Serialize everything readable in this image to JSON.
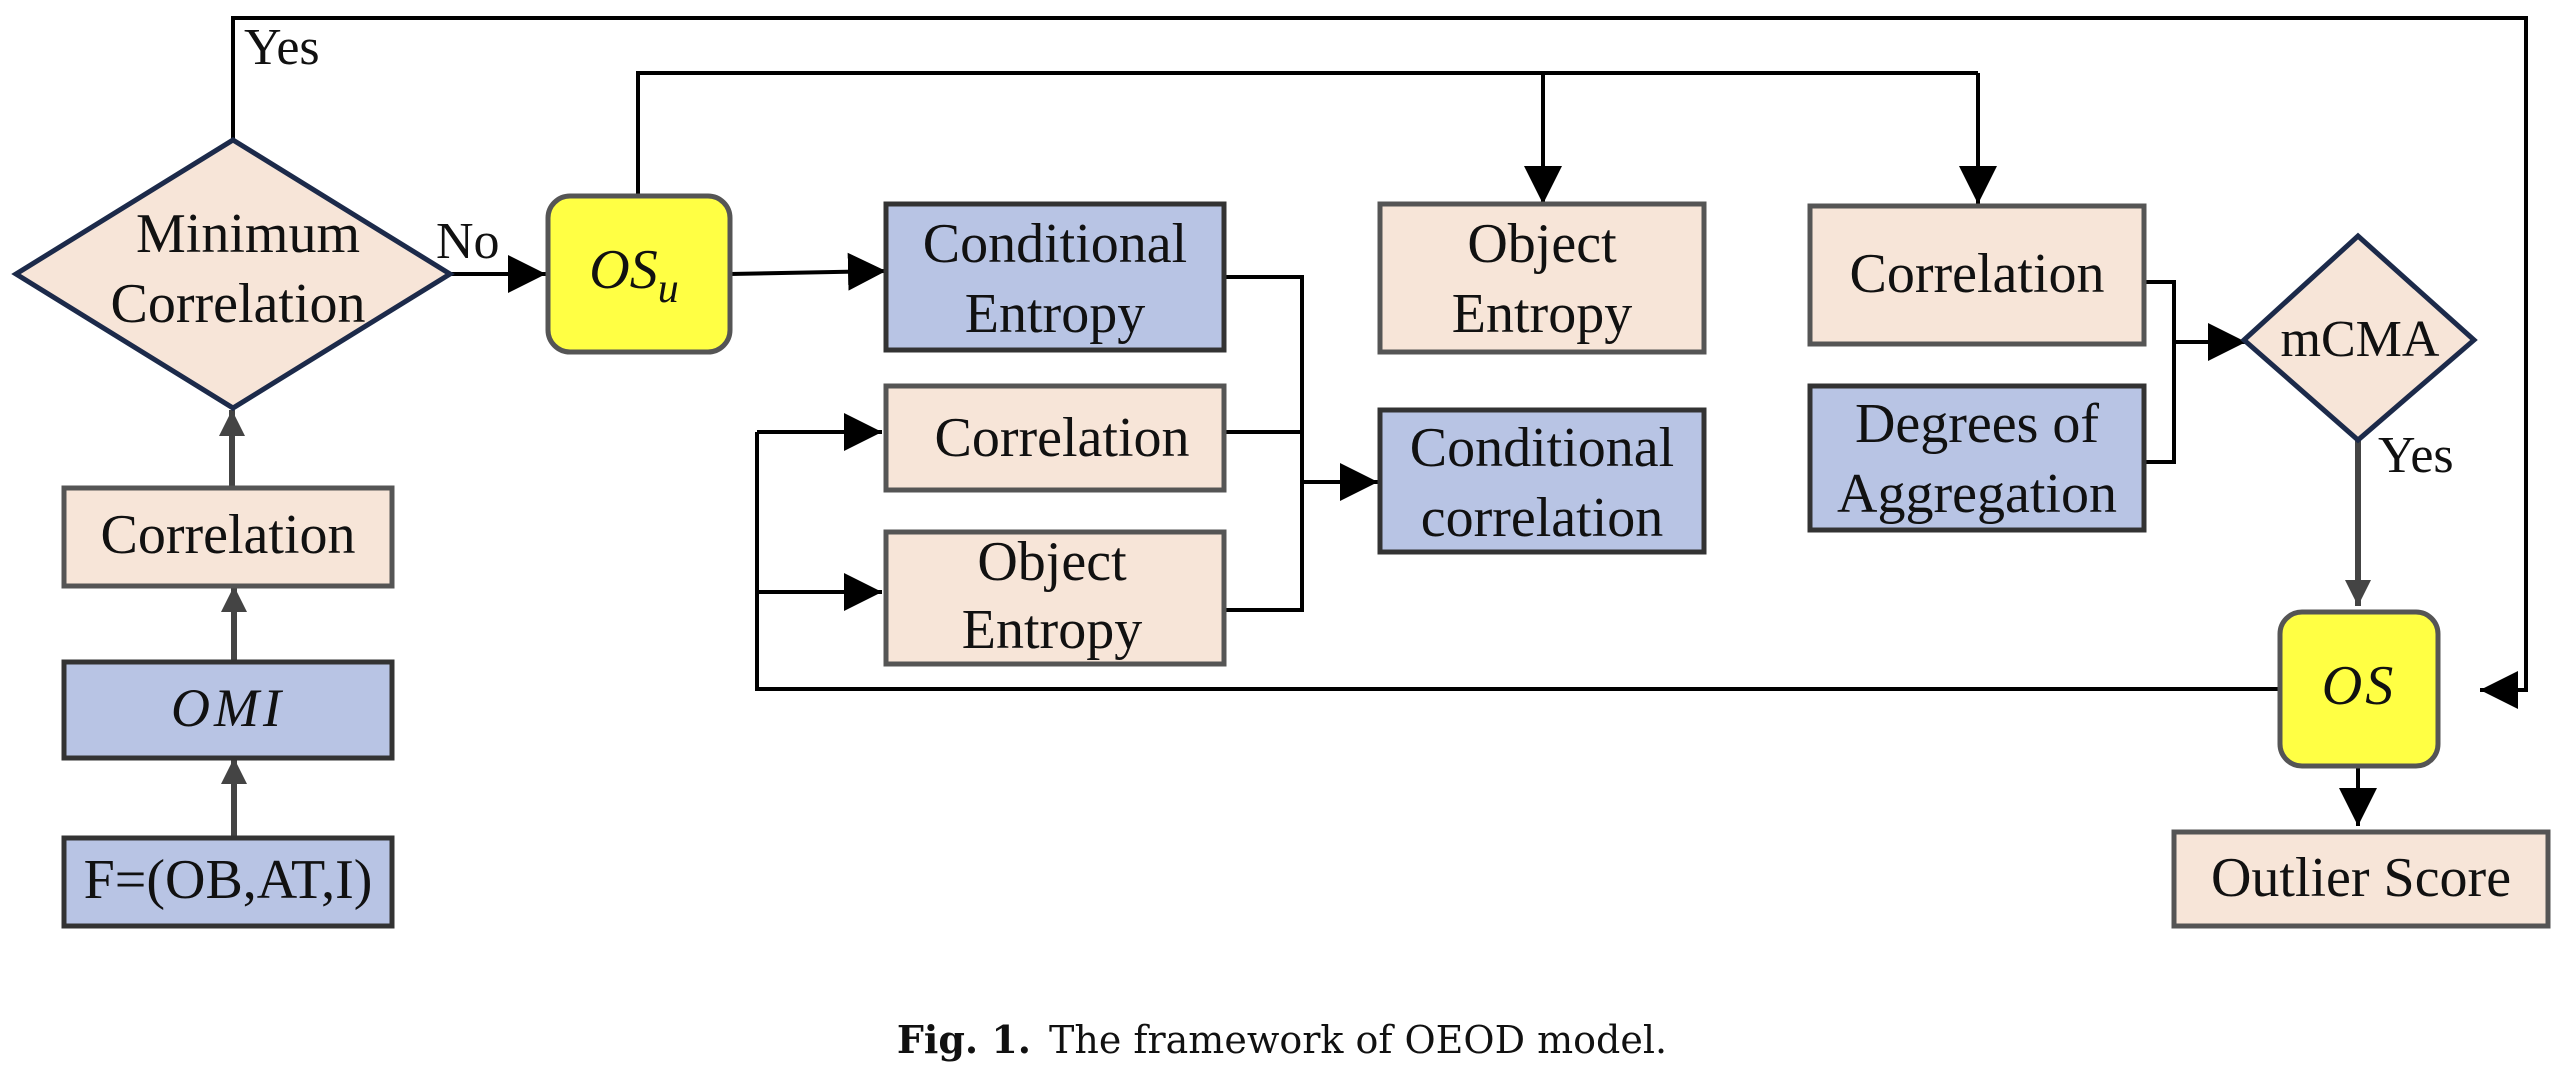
{
  "colors": {
    "peach": "#f7e5d8",
    "blue": "#b8c4e4",
    "yellow": "#ffff44",
    "box_border_gray": "#555555",
    "box_border_dark": "#333333",
    "diamond_border": "#1c2a4a",
    "line": "#000000"
  },
  "nodes": {
    "f_input": "F=(OB,AT,I)",
    "omi": "OMI",
    "correlation_left": "Correlation",
    "min_corr_line1": "Minimum",
    "min_corr_line2": "Correlation",
    "osu_main": "OS",
    "osu_sub": "u",
    "cond_entropy_line1": "Conditional",
    "cond_entropy_line2": "Entropy",
    "correlation_mid": "Correlation",
    "obj_entropy_mid_line1": "Object",
    "obj_entropy_mid_line2": "Entropy",
    "obj_entropy_top_line1": "Object",
    "obj_entropy_top_line2": "Entropy",
    "cond_corr_line1": "Conditional",
    "cond_corr_line2": "correlation",
    "correlation_right": "Correlation",
    "deg_agg_line1": "Degrees of",
    "deg_agg_line2": "Aggregation",
    "mcma": "mCMA",
    "os": "OS",
    "outlier_score": "Outlier Score"
  },
  "edge_labels": {
    "yes_top": "Yes",
    "no": "No",
    "yes_right": "Yes"
  },
  "caption": {
    "fig": "Fig. 1.",
    "text": "The framework of OEOD model."
  }
}
